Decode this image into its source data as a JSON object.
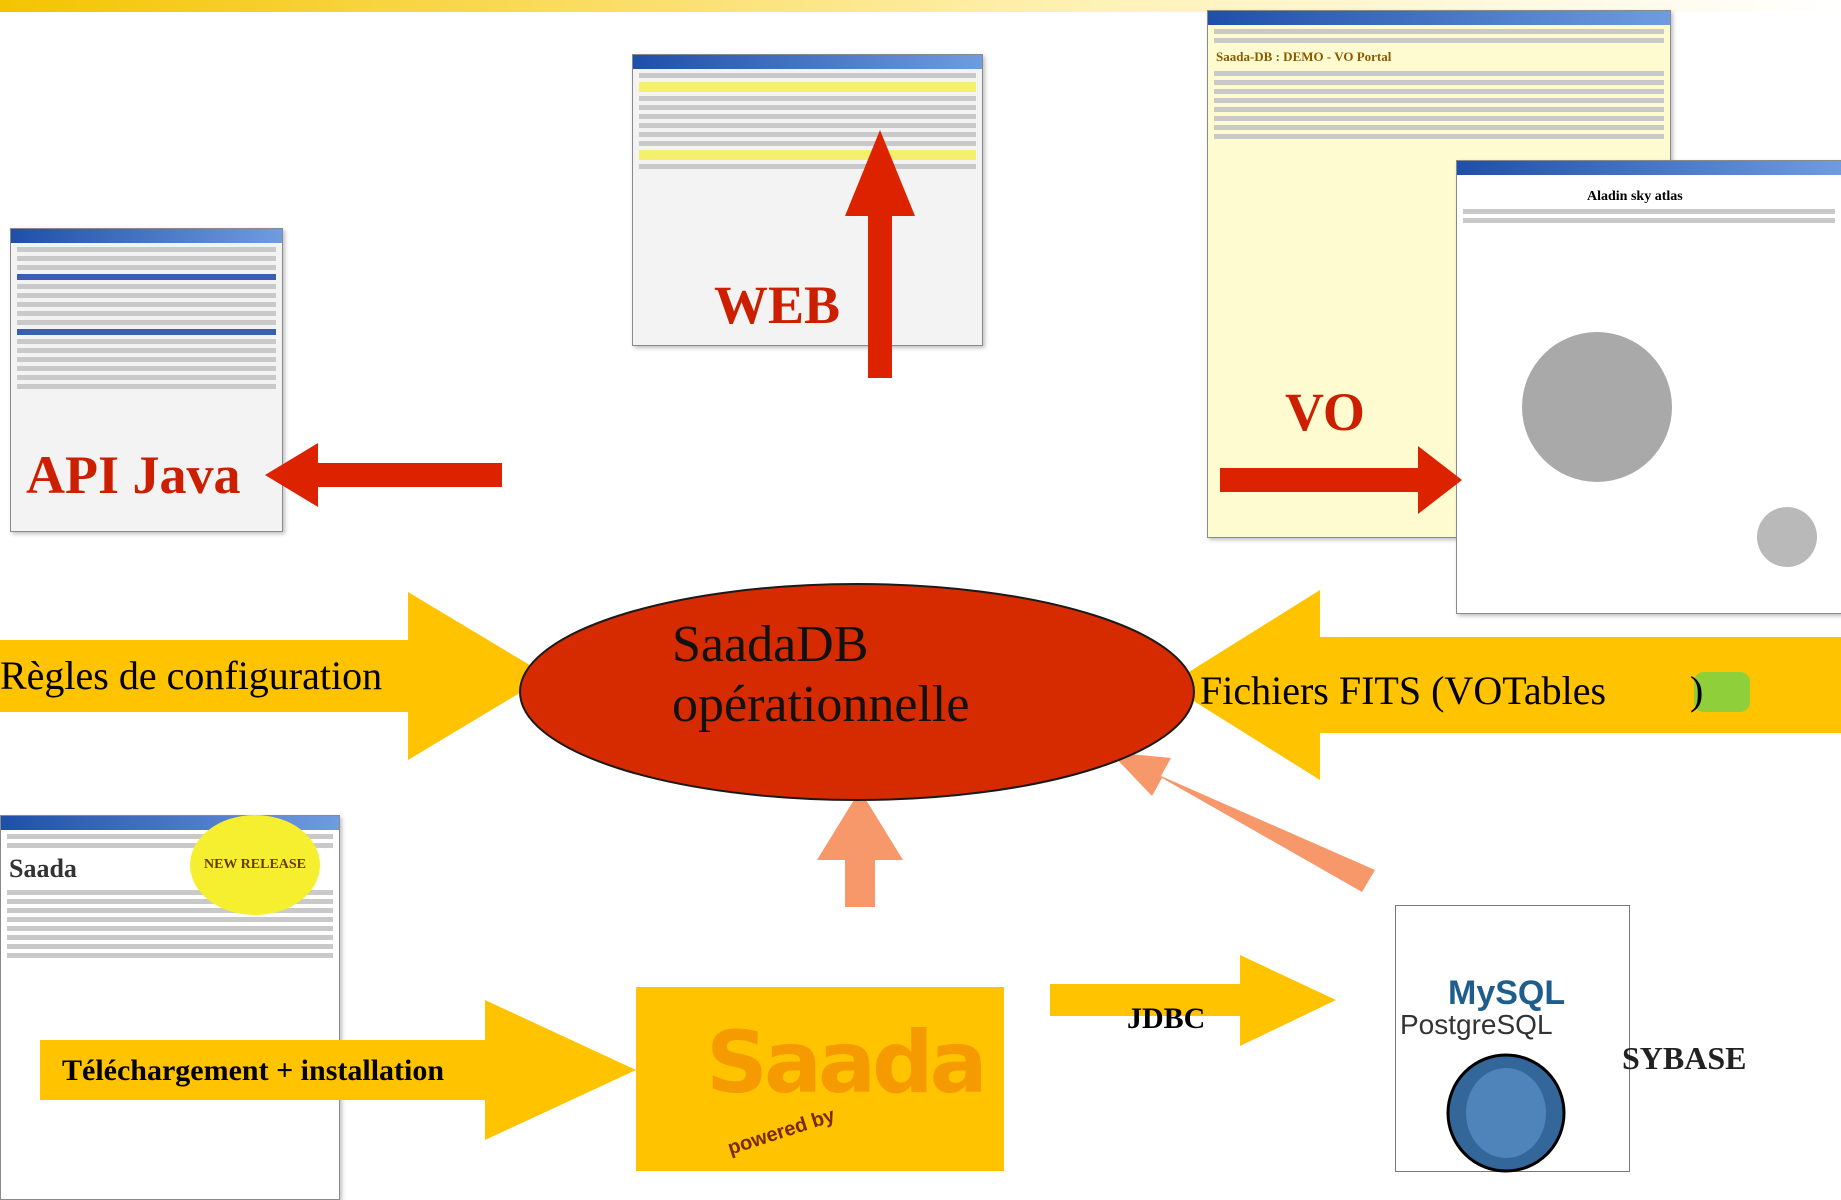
{
  "labels": {
    "api_java": "API Java",
    "web": "WEB",
    "vo": "VO",
    "center_line1": "SaadaDB",
    "center_line2": "opérationnelle",
    "config_rules": "Règles de configuration",
    "fits_files_prefix": "Fichiers FITS (VOTables",
    "fits_files_suffix": ")",
    "download_install": "Téléchargement + installation",
    "jdbc": "JDBC"
  },
  "screenshots": {
    "vo_portal_title": "Saada-DB : DEMO - VO Portal",
    "aladin_title": "Aladin sky atlas",
    "new_release_badge": "NEW RELEASE",
    "saada_logo": "Saada",
    "powered_by": "powered by"
  },
  "databases": {
    "mysql": "MySQL",
    "postgresql": "PostgreSQL",
    "sybase": "SYBASE"
  },
  "colors": {
    "ellipse_fill": "#d62a00",
    "yellow_arrow": "#ffc300",
    "red_arrow": "#dd2200",
    "orange_arrow": "#f7986a",
    "label_red": "#cc1f00"
  }
}
